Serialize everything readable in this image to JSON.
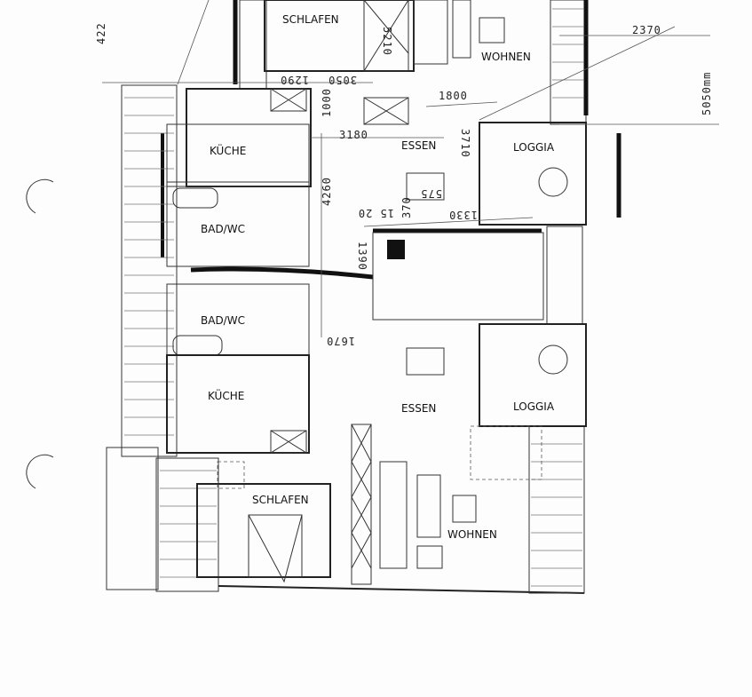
{
  "rooms": {
    "schlafen_top": "SCHLAFEN",
    "wohnen_top": "WOHNEN",
    "kueche_top": "KÜCHE",
    "bad_top": "BAD/WC",
    "essen_top": "ESSEN",
    "loggia_top": "LOGGIA",
    "bad_bottom": "BAD/WC",
    "kueche_bottom": "KÜCHE",
    "essen_bottom": "ESSEN",
    "loggia_bottom": "LOGGIA",
    "schlafen_bottom": "SCHLAFEN",
    "wohnen_bottom": "WOHNEN"
  },
  "dimensions": {
    "d4220": "422",
    "d2370": "2370",
    "d5050": "5050mm",
    "d1290": "1290",
    "d3050": "3050",
    "d5210": "5210",
    "d1000": "1000",
    "d1800": "1800",
    "d3180": "3180",
    "d3710": "3710",
    "d4260": "4260",
    "d575": "575",
    "d370": "370",
    "d1330": "1330",
    "d1520": "15 20",
    "d1390": "1390",
    "d1670": "1670"
  }
}
